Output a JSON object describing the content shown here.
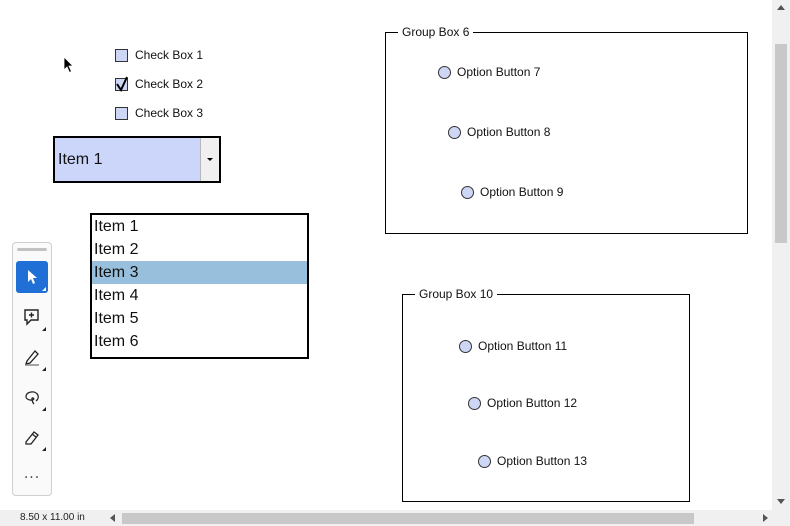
{
  "checkboxes": [
    {
      "label": "Check Box 1",
      "checked": false
    },
    {
      "label": "Check Box 2",
      "checked": true
    },
    {
      "label": "Check Box 3",
      "checked": false
    }
  ],
  "combobox": {
    "value": "Item 1"
  },
  "listbox": {
    "items": [
      "Item 1",
      "Item 2",
      "Item 3",
      "Item 4",
      "Item 5",
      "Item 6"
    ],
    "selected": "Item 3"
  },
  "group6": {
    "title": "Group Box 6",
    "options": [
      "Option Button 7",
      "Option Button 8",
      "Option Button 9"
    ]
  },
  "group10": {
    "title": "Group Box 10",
    "options": [
      "Option Button 11",
      "Option Button 12",
      "Option Button 13"
    ]
  },
  "toolbar": {
    "tools": [
      "select-tool",
      "comment-tool",
      "pen-tool",
      "lasso-tool",
      "marker-tool",
      "more-tools"
    ],
    "more_label": "..."
  },
  "status": {
    "page_size": "8.50 x 11.00 in"
  },
  "colors": {
    "control_fill": "#cdd6f5",
    "selection": "#98bfdc",
    "active_tool": "#1f6fd6"
  }
}
